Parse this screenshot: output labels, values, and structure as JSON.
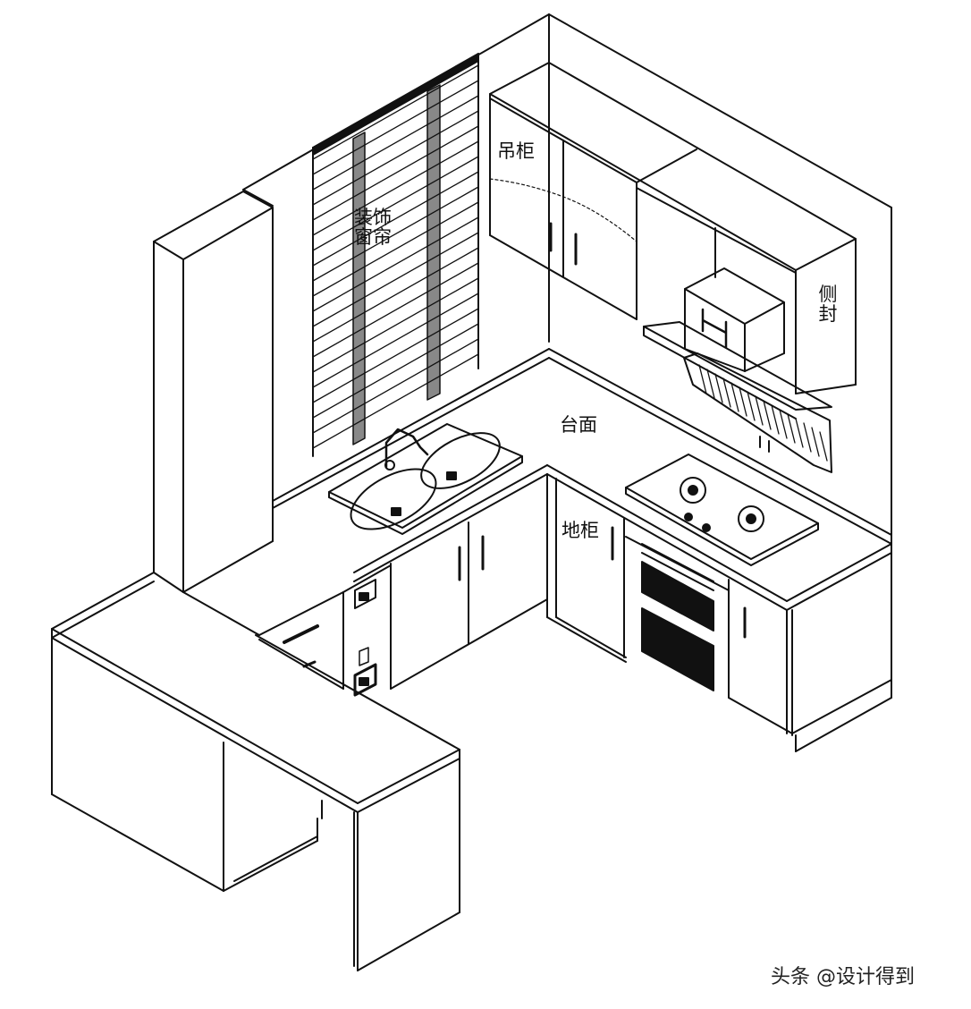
{
  "labels": {
    "wall_cabinet": "吊柜",
    "decor_blind": "装饰窗帘",
    "side_panel": "侧封",
    "countertop": "台面",
    "base_cabinet": "地柜"
  },
  "watermark": "头条 @设计得到"
}
